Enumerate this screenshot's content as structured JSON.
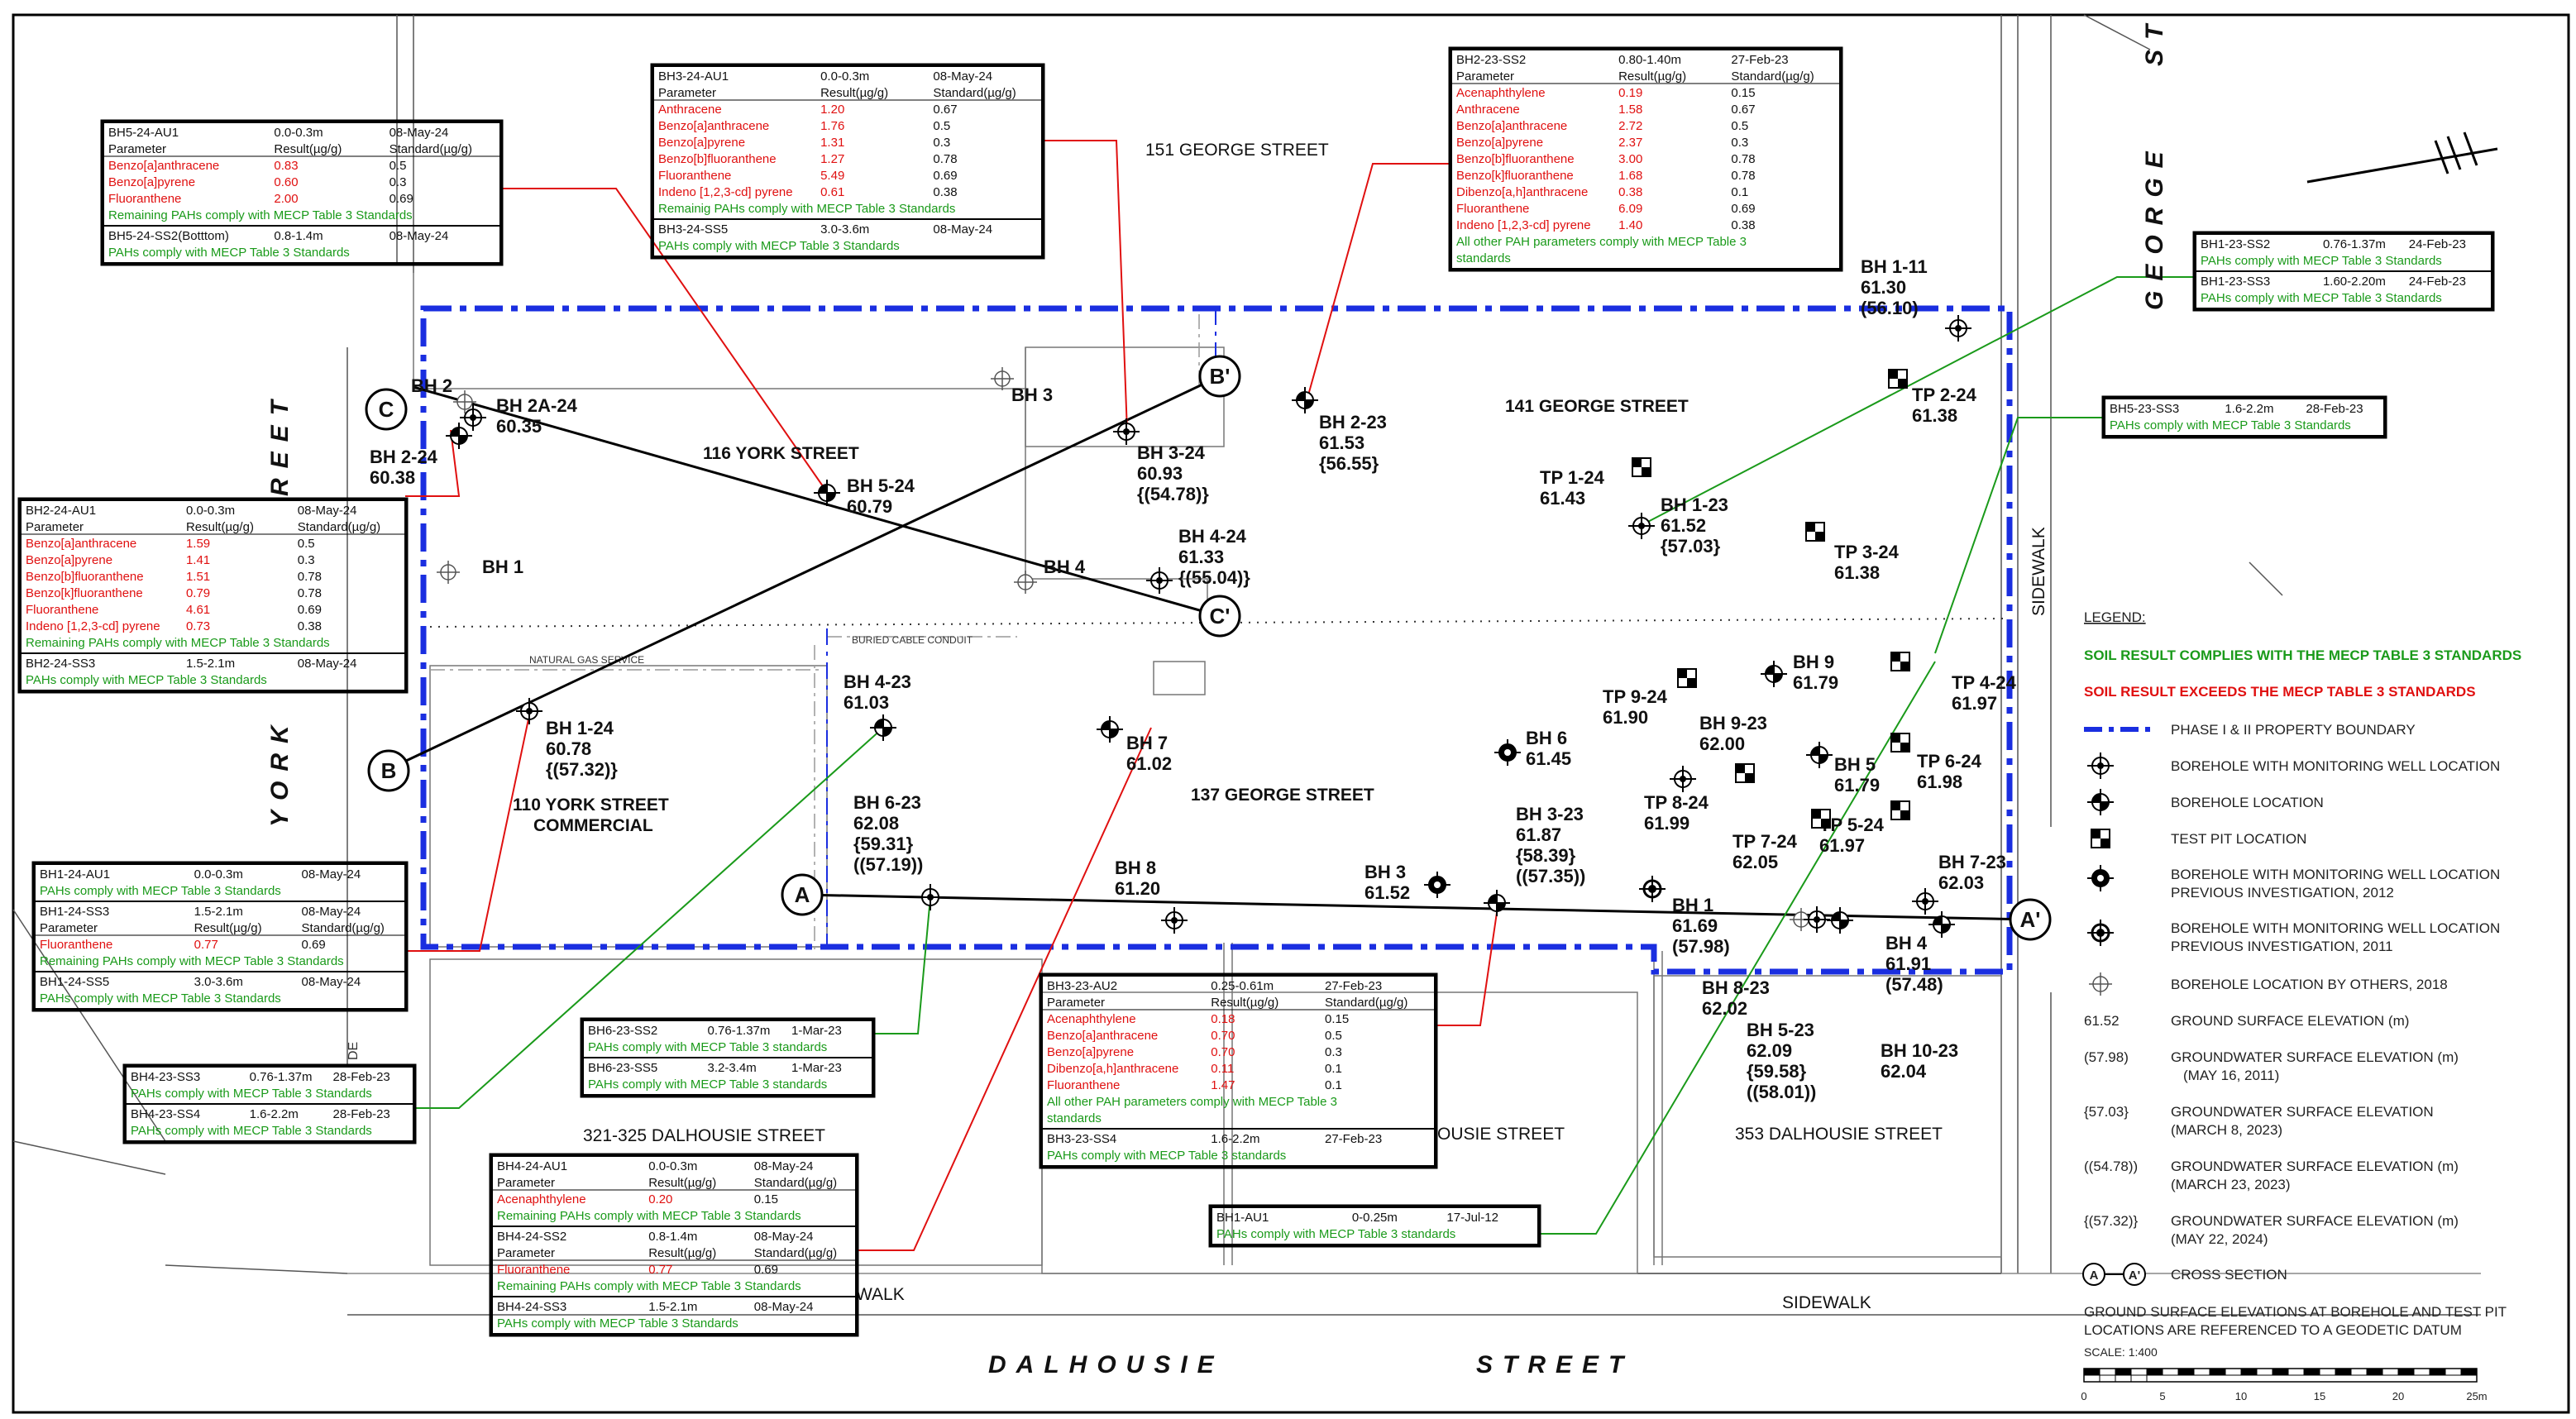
{
  "streets": {
    "york_top": "REET",
    "york_bottom": "YORK",
    "george_top": "GEORGE",
    "george_st": "ST",
    "dalhousie": "DALHOUSIE",
    "dalhousie_street": "STREET"
  },
  "addresses": {
    "a151": "151 GEORGE STREET",
    "a141": "141 GEORGE STREET",
    "a116": "116 YORK STREET",
    "a110a": "110 YORK STREET",
    "a110b": "COMMERCIAL",
    "a137": "137 GEORGE STREET",
    "a321": "321-325 DALHOUSIE STREET",
    "a353": "353 DALHOUSIE STREET",
    "ahouse": "OUSIE STREET"
  },
  "features": {
    "sidewalk_right": "SIDEWALK",
    "sidewalk_bottom": "SIDEWALK",
    "walk": "WALK",
    "gas": "NATURAL GAS SERVICE",
    "cable": "BURIED CABLE CONDUIT",
    "de": "DE"
  },
  "locations": [
    {
      "id": "bh2",
      "l1": "BH 2"
    },
    {
      "id": "bh2a24",
      "l1": "BH 2A-24",
      "l2": "60.35"
    },
    {
      "id": "bh224",
      "l1": "BH 2-24",
      "l2": "60.38"
    },
    {
      "id": "bh3",
      "l1": "BH 3"
    },
    {
      "id": "bh524",
      "l1": "BH 5-24",
      "l2": "60.79"
    },
    {
      "id": "bh324",
      "l1": "BH 3-24",
      "l2": "60.93",
      "l3": "{(54.78)}"
    },
    {
      "id": "bh223",
      "l1": "BH 2-23",
      "l2": "61.53",
      "l3": "{56.55}"
    },
    {
      "id": "bh111",
      "l1": "BH 1-11",
      "l2": "61.30",
      "l3": "(56.10)"
    },
    {
      "id": "tp224",
      "l1": "TP 2-24",
      "l2": "61.38"
    },
    {
      "id": "tp124",
      "l1": "TP 1-24",
      "l2": "61.43"
    },
    {
      "id": "bh123",
      "l1": "BH 1-23",
      "l2": "61.52",
      "l3": "{57.03}"
    },
    {
      "id": "tp324",
      "l1": "TP 3-24",
      "l2": "61.38"
    },
    {
      "id": "bh1a",
      "l1": "BH 1"
    },
    {
      "id": "bh4a",
      "l1": "BH 4"
    },
    {
      "id": "bh424",
      "l1": "BH 4-24",
      "l2": "61.33",
      "l3": "{(55.04)}"
    },
    {
      "id": "bh423",
      "l1": "BH 4-23",
      "l2": "61.03"
    },
    {
      "id": "bh124",
      "l1": "BH 1-24",
      "l2": "60.78",
      "l3": "{(57.32)}"
    },
    {
      "id": "bh7",
      "l1": "BH 7",
      "l2": "61.02"
    },
    {
      "id": "bh6",
      "l1": "BH 6",
      "l2": "61.45"
    },
    {
      "id": "bh623",
      "l1": "BH 6-23",
      "l2": "62.08",
      "l3": "{59.31}",
      "l4": "((57.19))"
    },
    {
      "id": "bh9",
      "l1": "BH 9",
      "l2": "61.79"
    },
    {
      "id": "tp424",
      "l1": "TP 4-24",
      "l2": "61.97"
    },
    {
      "id": "tp924",
      "l1": "TP 9-24",
      "l2": "61.90"
    },
    {
      "id": "bh923",
      "l1": "BH 9-23",
      "l2": "62.00"
    },
    {
      "id": "bh5",
      "l1": "BH 5",
      "l2": "61.79"
    },
    {
      "id": "tp624",
      "l1": "TP 6-24",
      "l2": "61.98"
    },
    {
      "id": "tp824",
      "l1": "TP 8-24",
      "l2": "61.99"
    },
    {
      "id": "tp724",
      "l1": "TP 7-24",
      "l2": "62.05"
    },
    {
      "id": "tp524",
      "l1": "TP 5-24",
      "l2": "61.97"
    },
    {
      "id": "bh323",
      "l1": "BH 3-23",
      "l2": "61.87",
      "l3": "{58.39}",
      "l4": "((57.35))"
    },
    {
      "id": "bh8",
      "l1": "BH 8",
      "l2": "61.20"
    },
    {
      "id": "bh3b",
      "l1": "BH 3",
      "l2": "61.52"
    },
    {
      "id": "bh723",
      "l1": "BH 7-23",
      "l2": "62.03"
    },
    {
      "id": "bh1b",
      "l1": "BH 1",
      "l2": "61.69",
      "l3": "(57.98)"
    },
    {
      "id": "bh4b",
      "l1": "BH 4",
      "l2": "61.91",
      "l3": "(57.48)"
    },
    {
      "id": "bh823",
      "l1": "BH 8-23",
      "l2": "62.02"
    },
    {
      "id": "bh523",
      "l1": "BH 5-23",
      "l2": "62.09",
      "l3": "{59.58}",
      "l4": "((58.01))"
    },
    {
      "id": "bh1023",
      "l1": "BH 10-23",
      "l2": "62.04"
    }
  ],
  "sections": {
    "A": "A",
    "Ap": "A'",
    "B": "B",
    "Bp": "B'",
    "C": "C",
    "Cp": "C'"
  },
  "tables": [
    {
      "id": "bh5-24",
      "sections": [
        {
          "head": [
            "BH5-24-AU1",
            "0.0-0.3m",
            "08-May-24"
          ],
          "cols": [
            "Parameter",
            "Result(µg/g)",
            "Standard(µg/g)"
          ],
          "rows": [
            [
              "Benzo[a]anthracene",
              "0.83",
              "0.5"
            ],
            [
              "Benzo[a]pyrene",
              "0.60",
              "0.3"
            ],
            [
              "Fluoranthene",
              "2.00",
              "0.69"
            ]
          ],
          "note": "Remaining PAHs comply with MECP Table 3 Standards"
        },
        {
          "head": [
            "BH5-24-SS2(Botttom)",
            "0.8-1.4m",
            "08-May-24"
          ],
          "note": "PAHs comply with MECP Table 3 Standards"
        }
      ]
    },
    {
      "id": "bh3-24",
      "sections": [
        {
          "head": [
            "BH3-24-AU1",
            "0.0-0.3m",
            "08-May-24"
          ],
          "cols": [
            "Parameter",
            "Result(µg/g)",
            "Standard(µg/g)"
          ],
          "rows": [
            [
              "Anthracene",
              "1.20",
              "0.67"
            ],
            [
              "Benzo[a]anthracene",
              "1.76",
              "0.5"
            ],
            [
              "Benzo[a]pyrene",
              "1.31",
              "0.3"
            ],
            [
              "Benzo[b]fluoranthene",
              "1.27",
              "0.78"
            ],
            [
              "Fluoranthene",
              "5.49",
              "0.69"
            ],
            [
              "Indeno [1,2,3-cd] pyrene",
              "0.61",
              "0.38"
            ]
          ],
          "note": "Remainig PAHs comply with MECP Table 3 Standards"
        },
        {
          "head": [
            "BH3-24-SS5",
            "3.0-3.6m",
            "08-May-24"
          ],
          "note": "PAHs comply with MECP Table 3 Standards"
        }
      ]
    },
    {
      "id": "bh2-23",
      "sections": [
        {
          "head": [
            "BH2-23-SS2",
            "0.80-1.40m",
            "27-Feb-23"
          ],
          "cols": [
            "Parameter",
            "Result(µg/g)",
            "Standard(µg/g)"
          ],
          "rows": [
            [
              "Acenaphthylene",
              "0.19",
              "0.15"
            ],
            [
              "Anthracene",
              "1.58",
              "0.67"
            ],
            [
              "Benzo[a]anthracene",
              "2.72",
              "0.5"
            ],
            [
              "Benzo[a]pyrene",
              "2.37",
              "0.3"
            ],
            [
              "Benzo[b]fluoranthene",
              "3.00",
              "0.78"
            ],
            [
              "Benzo[k]fluoranthene",
              "1.68",
              "0.78"
            ],
            [
              "Dibenzo[a,h]anthracene",
              "0.38",
              "0.1"
            ],
            [
              "Fluoranthene",
              "6.09",
              "0.69"
            ],
            [
              "Indeno [1,2,3-cd] pyrene",
              "1.40",
              "0.38"
            ]
          ],
          "note": "All other PAH parameters comply with MECP Table 3",
          "note2": "standards"
        }
      ]
    },
    {
      "id": "bh1-23",
      "sections": [
        {
          "head": [
            "BH1-23-SS2",
            "0.76-1.37m",
            "24-Feb-23"
          ],
          "note": "PAHs comply with MECP Table 3 Standards"
        },
        {
          "head": [
            "BH1-23-SS3",
            "1.60-2.20m",
            "24-Feb-23"
          ],
          "note": "PAHs comply with MECP Table 3 Standards"
        }
      ]
    },
    {
      "id": "bh5-23",
      "sections": [
        {
          "head": [
            "BH5-23-SS3",
            "1.6-2.2m",
            "28-Feb-23"
          ],
          "note": "PAHs comply with MECP Table 3 Standards"
        }
      ]
    },
    {
      "id": "bh2-24",
      "sections": [
        {
          "head": [
            "BH2-24-AU1",
            "0.0-0.3m",
            "08-May-24"
          ],
          "cols": [
            "Parameter",
            "Result(µg/g)",
            "Standard(µg/g)"
          ],
          "rows": [
            [
              "Benzo[a]anthracene",
              "1.59",
              "0.5"
            ],
            [
              "Benzo[a]pyrene",
              "1.41",
              "0.3"
            ],
            [
              "Benzo[b]fluoranthene",
              "1.51",
              "0.78"
            ],
            [
              "Benzo[k]fluoranthene",
              "0.79",
              "0.78"
            ],
            [
              "Fluoranthene",
              "4.61",
              "0.69"
            ],
            [
              "Indeno [1,2,3-cd] pyrene",
              "0.73",
              "0.38"
            ]
          ],
          "note": "Remaining PAHs comply with MECP Table 3 Standards"
        },
        {
          "head": [
            "BH2-24-SS3",
            "1.5-2.1m",
            "08-May-24"
          ],
          "note": "PAHs comply with MECP Table 3 Standards"
        }
      ]
    },
    {
      "id": "bh1-24",
      "sections": [
        {
          "head": [
            "BH1-24-AU1",
            "0.0-0.3m",
            "08-May-24"
          ],
          "note": "PAHs comply with MECP Table 3 Standards"
        },
        {
          "head": [
            "BH1-24-SS3",
            "1.5-2.1m",
            "08-May-24"
          ],
          "cols": [
            "Parameter",
            "Result(µg/g)",
            "Standard(µg/g)"
          ],
          "rows": [
            [
              "Fluoranthene",
              "0.77",
              "0.69"
            ]
          ],
          "note": "Remaining PAHs comply with MECP Table 3 Standards"
        },
        {
          "head": [
            "BH1-24-SS5",
            "3.0-3.6m",
            "08-May-24"
          ],
          "note": "PAHs comply with MECP Table 3 Standards"
        }
      ]
    },
    {
      "id": "bh4-23",
      "sections": [
        {
          "head": [
            "BH4-23-SS3",
            "0.76-1.37m",
            "28-Feb-23"
          ],
          "note": "PAHs comply with MECP Table 3 Standards"
        },
        {
          "head": [
            "BH4-23-SS4",
            "1.6-2.2m",
            "28-Feb-23"
          ],
          "note": "PAHs comply with MECP Table 3 Standards"
        }
      ]
    },
    {
      "id": "bh6-23",
      "sections": [
        {
          "head": [
            "BH6-23-SS2",
            "0.76-1.37m",
            "1-Mar-23"
          ],
          "note": "PAHs comply with MECP Table 3 standards"
        },
        {
          "head": [
            "BH6-23-SS5",
            "3.2-3.4m",
            "1-Mar-23"
          ],
          "note": "PAHs comply with MECP Table 3 standards"
        }
      ]
    },
    {
      "id": "bh4-24",
      "sections": [
        {
          "head": [
            "BH4-24-AU1",
            "0.0-0.3m",
            "08-May-24"
          ],
          "cols": [
            "Parameter",
            "Result(µg/g)",
            "Standard(µg/g)"
          ],
          "rows": [
            [
              "Acenaphthylene",
              "0.20",
              "0.15"
            ]
          ],
          "note": "Remaining PAHs comply with MECP Table 3 Standards"
        },
        {
          "head": [
            "BH4-24-SS2",
            "0.8-1.4m",
            "08-May-24"
          ],
          "cols": [
            "Parameter",
            "Result(µg/g)",
            "Standard(µg/g)"
          ],
          "rows": [
            [
              "Fluoranthene",
              "0.77",
              "0.69"
            ]
          ],
          "note": "Remaining PAHs comply with MECP Table 3 Standards"
        },
        {
          "head": [
            "BH4-24-SS3",
            "1.5-2.1m",
            "08-May-24"
          ],
          "note": "PAHs comply with MECP Table 3 Standards"
        }
      ]
    },
    {
      "id": "bh3-23",
      "sections": [
        {
          "head": [
            "BH3-23-AU2",
            "0.25-0.61m",
            "27-Feb-23"
          ],
          "cols": [
            "Parameter",
            "Result(µg/g)",
            "Standard(µg/g)"
          ],
          "rows": [
            [
              "Acenaphthylene",
              "0.18",
              "0.15"
            ],
            [
              "Benzo[a]anthracene",
              "0.70",
              "0.5"
            ],
            [
              "Benzo[a]pyrene",
              "0.70",
              "0.3"
            ],
            [
              "Dibenzo[a,h]anthracene",
              "0.11",
              "0.1"
            ],
            [
              "Fluoranthene",
              "1.47",
              "0.1"
            ]
          ],
          "note": "All other PAH parameters comply with MECP Table 3",
          "note2": "standards"
        },
        {
          "head": [
            "BH3-23-SS4",
            "1.6-2.2m",
            "27-Feb-23"
          ],
          "note": "PAHs comply with MECP Table 3 standards"
        }
      ]
    },
    {
      "id": "bh1-12",
      "sections": [
        {
          "head": [
            "BH1-AU1",
            "0-0.25m",
            "17-Jul-12"
          ],
          "note": "PAHs comply with MECP Table 3 standards"
        }
      ]
    }
  ],
  "legend": {
    "title": "LEGEND:",
    "complies": "SOIL RESULT COMPLIES WITH THE MECP TABLE 3 STANDARDS",
    "exceeds": "SOIL RESULT EXCEEDS THE MECP TABLE 3 STANDARDS",
    "boundary": "PHASE I & II PROPERTY BOUNDARY",
    "bh_mw": "BOREHOLE WITH MONITORING WELL LOCATION",
    "bh": "BOREHOLE LOCATION",
    "tp": "TEST PIT LOCATION",
    "bh_mw_2012a": "BOREHOLE WITH MONITORING WELL LOCATION",
    "bh_mw_2012b": "PREVIOUS INVESTIGATION, 2012",
    "bh_mw_2011a": "BOREHOLE WITH MONITORING WELL LOCATION",
    "bh_mw_2011b": "PREVIOUS INVESTIGATION, 2011",
    "bh_others": "BOREHOLE LOCATION BY OTHERS, 2018",
    "ex1": "61.52",
    "ex1_t": "GROUND SURFACE ELEVATION (m)",
    "ex2": "(57.98)",
    "ex2_t": "GROUNDWATER SURFACE ELEVATION (m)",
    "ex2_d": "(MAY 16, 2011)",
    "ex3": "{57.03}",
    "ex3_t": "GROUNDWATER SURFACE ELEVATION",
    "ex3_d": "(MARCH 8, 2023)",
    "ex4": "((54.78))",
    "ex4_t": "GROUNDWATER SURFACE ELEVATION (m)",
    "ex4_d": "(MARCH 23, 2023)",
    "ex5": "{(57.32)}",
    "ex5_t": "GROUNDWATER SURFACE ELEVATION (m)",
    "ex5_d": "(MAY 22, 2024)",
    "xs_a": "A",
    "xs_ap": "A'",
    "xs": "CROSS SECTION",
    "note1": "GROUND SURFACE ELEVATIONS AT BOREHOLE AND TEST PIT",
    "note2": "LOCATIONS ARE REFERENCED TO A GEODETIC DATUM",
    "scale": "SCALE: 1:400",
    "ticks": [
      "0",
      "5",
      "10",
      "15",
      "20",
      "25m"
    ]
  },
  "colors": {
    "boundary": "#1a2ee0",
    "exceed": "#e01010",
    "comply": "#1a9a1a"
  }
}
